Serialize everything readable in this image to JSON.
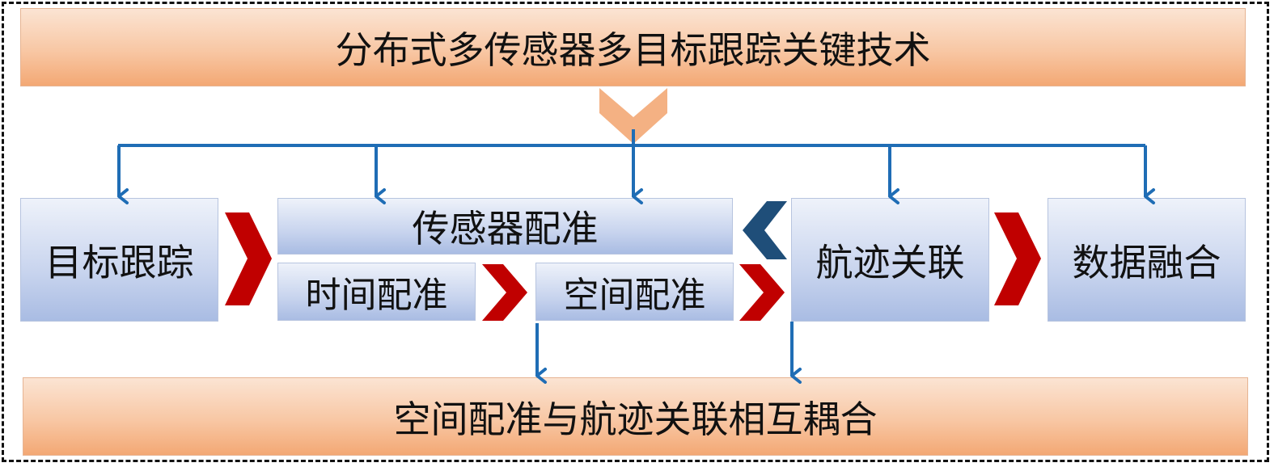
{
  "diagram": {
    "title": "分布式多传感器多目标跟踪关键技术",
    "modules": {
      "target_tracking": "目标跟踪",
      "sensor_registration": "传感器配准",
      "time_registration": "时间配准",
      "space_registration": "空间配准",
      "track_association": "航迹关联",
      "data_fusion": "数据融合"
    },
    "bottom": "空间配准与航迹关联相互耦合"
  },
  "colors": {
    "connector_blue": "#1f6db5",
    "chevron_red": "#c00000",
    "chevron_navy": "#1f4e79",
    "chevron_orange": "#f4b183"
  }
}
